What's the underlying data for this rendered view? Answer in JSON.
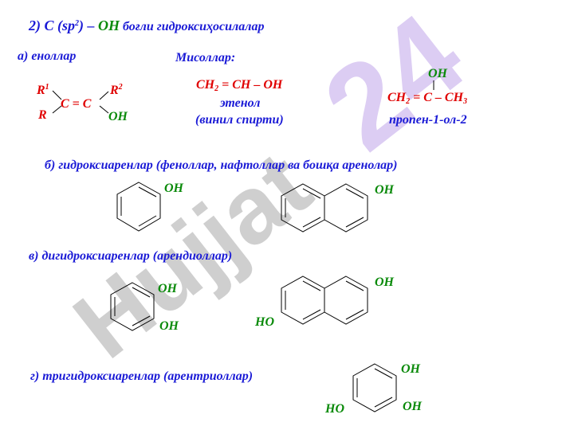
{
  "header": {
    "prefix": "2) C (sp",
    "sup": "2",
    "middle": ") – ",
    "oh": "OH",
    "rest": " боғли гидроксиҳосилалар"
  },
  "section_a": {
    "title": "а) еноллар",
    "examples_label": "Мисоллар:",
    "general": {
      "r1": "R",
      "r1_sup": "1",
      "r2": "R",
      "r2_sup": "2",
      "r": "R",
      "core": "C = C",
      "oh": "OH"
    },
    "ethenol": {
      "formula_a": "CH",
      "formula_a_sub": "2",
      "formula_b": " = CH – OH",
      "name": "этенол",
      "alt_name": "(винил спирти)"
    },
    "propenol": {
      "oh": "OH",
      "formula_a": "CH",
      "formula_a_sub": "2",
      "formula_b": " = C – CH",
      "formula_b_sub": "3",
      "name": "пропен-1-ол-2"
    }
  },
  "section_b": {
    "title": "б) гидроксиаренлар (феноллар, нафтоллар ва бошқа аренолар)",
    "phenol_oh": "OH",
    "naphthol_oh": "OH"
  },
  "section_c": {
    "title": "в) дигидроксиаренлар (арендиоллар)",
    "catechol_oh1": "OH",
    "catechol_oh2": "OH",
    "naphthalenediol_oh": "OH",
    "naphthalenediol_ho": "HO"
  },
  "section_d": {
    "title": "г) тригидроксиаренлар (арентриоллар)",
    "triol_oh1": "OH",
    "triol_oh2": "OH",
    "triol_ho": "HO"
  },
  "watermark": {
    "text1": "Hujjat",
    "text2": "24"
  },
  "colors": {
    "title": "#1a1ad6",
    "formula": "#e00000",
    "hydroxyl": "#0a8a0a",
    "watermark": "#c7c7c7",
    "watermark_accent": "#d9c8f2"
  }
}
